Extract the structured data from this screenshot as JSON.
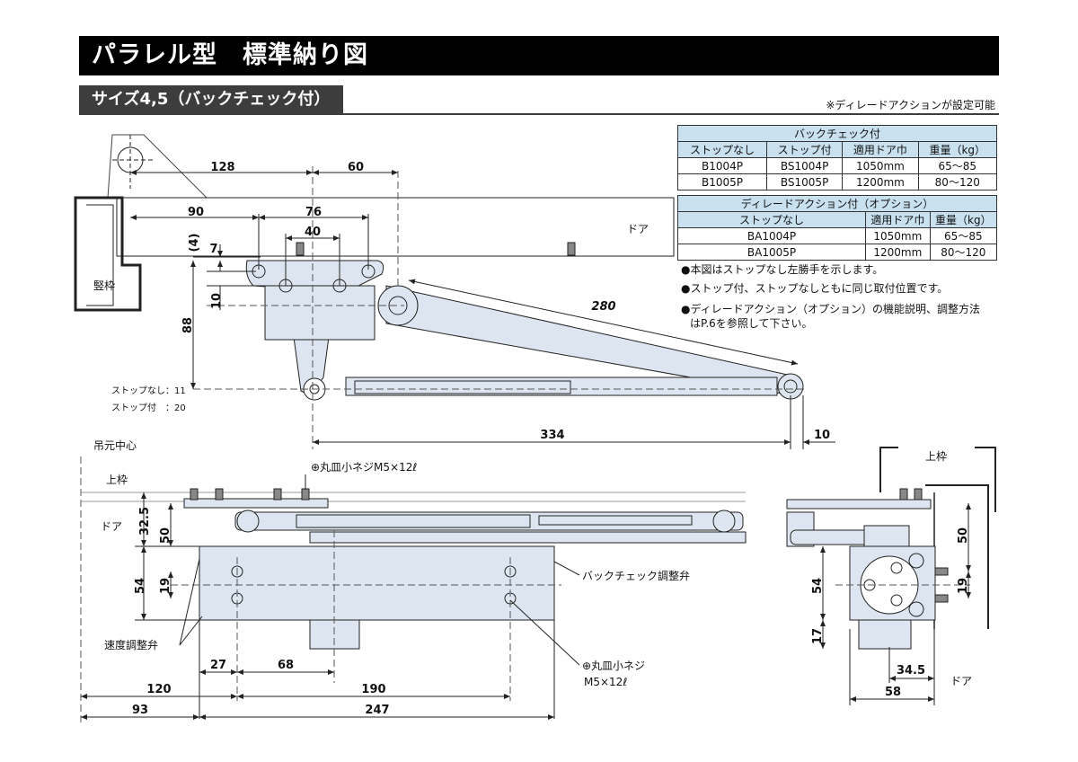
{
  "header": {
    "title": "パラレル型　標準納り図",
    "subtitle": "サイズ4,5（バックチェック付）",
    "note": "※ディレードアクションが設定可能"
  },
  "table_backcheck": {
    "caption": "バックチェック付",
    "headers": [
      "ストップなし",
      "ストップ付",
      "適用ドア巾",
      "重量（kg）"
    ],
    "rows": [
      [
        "B1004P",
        "BS1004P",
        "1050mm",
        "65～85"
      ],
      [
        "B1005P",
        "BS1005P",
        "1200mm",
        "80～120"
      ]
    ]
  },
  "table_delayed": {
    "caption": "ディレードアクション付（オプション）",
    "headers": [
      "ストップなし",
      "適用ドア巾",
      "重量（kg）"
    ],
    "rows": [
      [
        "BA1004P",
        "1050mm",
        "65～85"
      ],
      [
        "BA1005P",
        "1200mm",
        "80～120"
      ]
    ]
  },
  "notes": [
    "●本図はストップなし左勝手を示します。",
    "●ストップ付、ストップなしともに同じ取付位置です。",
    "●ディレードアクション（オプション）の機能説明、調整方法",
    "はP.6を参照して下さい。"
  ],
  "top_view": {
    "dim_128": "128",
    "dim_60": "60",
    "dim_90": "90",
    "dim_76": "76",
    "dim_40": "40",
    "dim_4": "(4)",
    "dim_7": "7",
    "dim_10": "10",
    "dim_88": "88",
    "dim_280": "280",
    "dim_334": "334",
    "dim_10b": "10",
    "label_door": "ドア",
    "label_frame": "竪枠",
    "label_nostop": "ストップなし：11",
    "label_stop": "ストップ付　：20"
  },
  "front_view": {
    "label_pivot": "吊元中心",
    "label_top_frame": "上枠",
    "label_door": "ドア",
    "label_screw1": "⊕丸皿小ネジM5×12ℓ",
    "label_backcheck": "バックチェック調整弁",
    "label_speed": "速度調整弁",
    "label_screw2a": "⊕丸皿小ネジ",
    "label_screw2b": "M5×12ℓ",
    "dim_32_5": "32.5",
    "dim_50": "50",
    "dim_54": "54",
    "dim_19": "19",
    "dim_27": "27",
    "dim_68": "68",
    "dim_120": "120",
    "dim_190": "190",
    "dim_93": "93",
    "dim_247": "247"
  },
  "side_view": {
    "label_top_frame": "上枠",
    "label_door": "ドア",
    "dim_50": "50",
    "dim_19": "19",
    "dim_54": "54",
    "dim_17": "17",
    "dim_34_5": "34.5",
    "dim_58": "58"
  },
  "colors": {
    "banner": "#000000",
    "subbar": "#3d3d3d",
    "table_header": "#c9e1ef",
    "part_fill": "#dde6f0",
    "line": "#222222"
  }
}
